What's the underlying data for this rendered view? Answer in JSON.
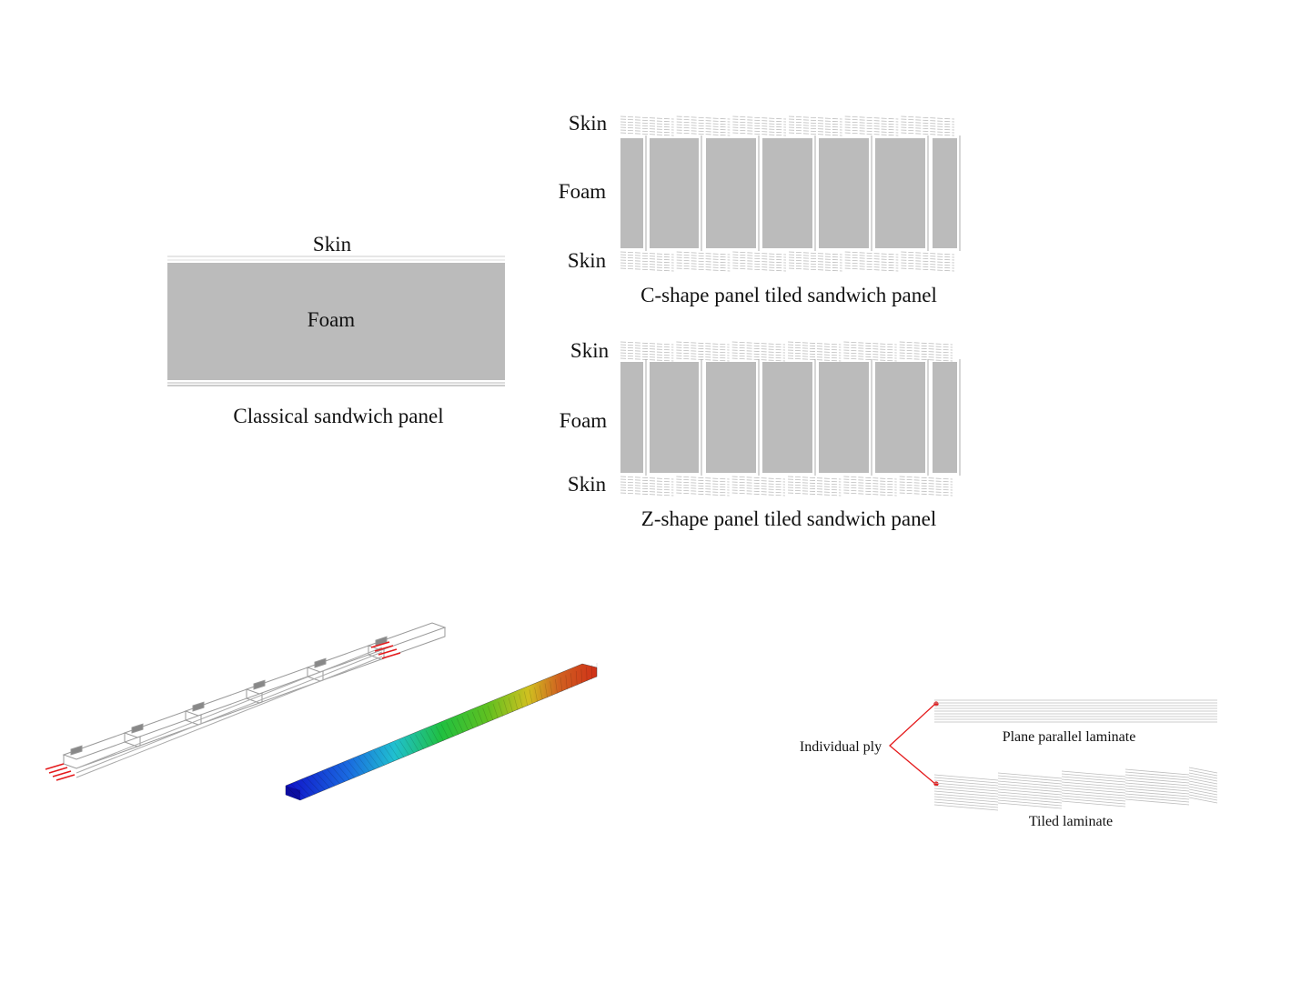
{
  "classical": {
    "skin_top": "Skin",
    "foam": "Foam",
    "caption": "Classical sandwich panel"
  },
  "c_shape": {
    "skin_top": "Skin",
    "foam": "Foam",
    "skin_bottom": "Skin",
    "caption": "C-shape panel tiled sandwich panel"
  },
  "z_shape": {
    "skin_top": "Skin",
    "foam": "Foam",
    "skin_bottom": "Skin",
    "caption": "Z-shape panel tiled sandwich panel"
  },
  "laminate": {
    "pointer_label": "Individual ply",
    "parallel_caption": "Plane parallel laminate",
    "tiled_caption": "Tiled laminate"
  },
  "colors": {
    "foam": "#bbbbbb",
    "ply_line": "#bdbdbd",
    "arrow": "#e41a1c",
    "contour_low": "#1a1adc",
    "contour_high": "#d8401a"
  }
}
